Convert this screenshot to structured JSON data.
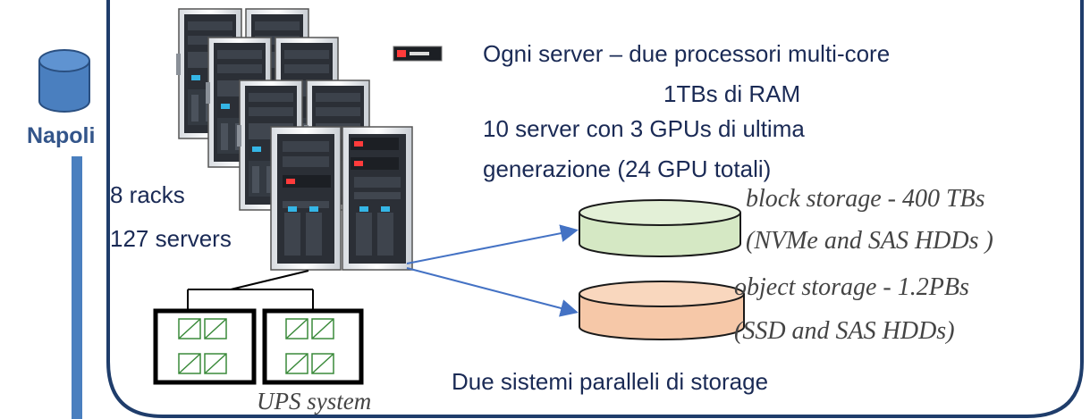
{
  "site": {
    "name": "Napoli"
  },
  "cluster": {
    "racks": "8 racks",
    "servers": "127 servers",
    "server_description": [
      "Ogni server – due processori multi-core",
      "1TBs di RAM"
    ],
    "gpu_description": [
      "10 server con 3 GPUs di ultima",
      "generazione (24 GPU totali)"
    ]
  },
  "storage": {
    "block": {
      "title": "block storage - 400 TBs",
      "detail": "(NVMe and SAS HDDs )",
      "color": "#d5e8c4"
    },
    "object": {
      "title": "object storage - 1.2PBs",
      "detail": "(SSD and SAS HDDs)",
      "color": "#f6c8a8"
    },
    "caption": "Due sistemi paralleli di storage"
  },
  "ups": {
    "caption": "UPS system"
  },
  "colors": {
    "frame": "#1f3d6b",
    "cylinder": "#4a7fbf",
    "connector": "#4472c4",
    "rack": "#2b2f36"
  }
}
